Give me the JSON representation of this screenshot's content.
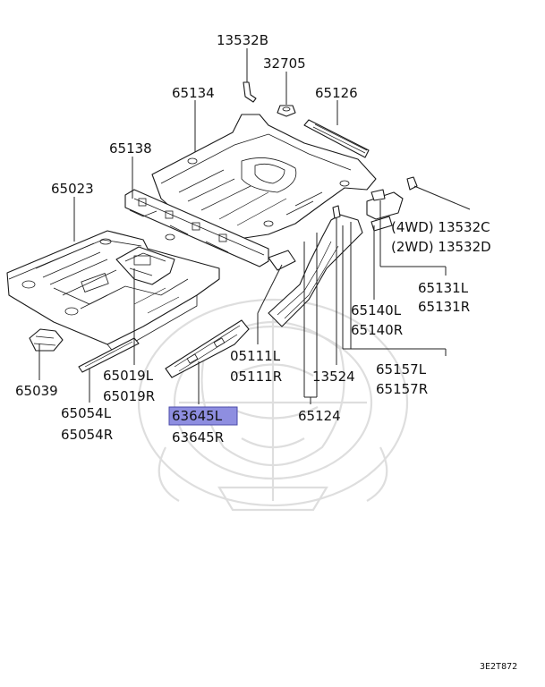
{
  "colors": {
    "highlight_fill": "#8e8ee0",
    "highlight_border": "#4a4aa8",
    "ink": "#111111",
    "watermark": "#dedede"
  },
  "labels": {
    "p13532b": "13532B",
    "p32705": "32705",
    "p65134": "65134",
    "p65126": "65126",
    "p65138": "65138",
    "p65023": "65023",
    "p4wd": "(4WD) 13532C",
    "p2wd": "(2WD) 13532D",
    "p65131l": "65131L",
    "p65131r": "65131R",
    "p65140l": "65140L",
    "p65140r": "65140R",
    "p05111l": "05111L",
    "p05111r": "05111R",
    "p13524": "13524",
    "p65157l": "65157L",
    "p65157r": "65157R",
    "p65019l": "65019L",
    "p65019r": "65019R",
    "p65039": "65039",
    "p65054l": "65054L",
    "p65054r": "65054R",
    "p63645l": "63645L",
    "p63645r": "63645R",
    "p65124": "65124",
    "code": "3E2T872"
  },
  "icons": {
    "watermark": "brand-emblem-watermark"
  }
}
